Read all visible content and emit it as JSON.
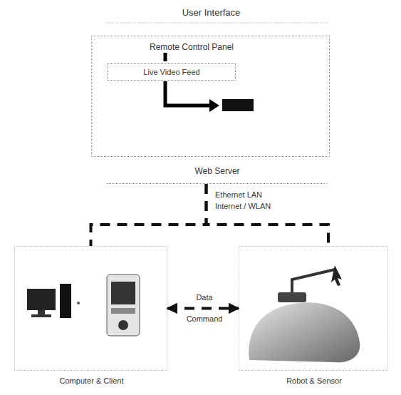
{
  "diagram": {
    "nodes": [
      {
        "text": [
          "User Interface",
          "Remote Control Panel"
        ]
      },
      {
        "text": [
          "Live Video Feed"
        ],
        "in": 0
      },
      {
        "text": [
          "Web Server"
        ]
      },
      {
        "text": [
          "Computer & Client"
        ]
      },
      {
        "text": [
          "Robot & Sensor"
        ]
      }
    ],
    "edges": [
      {
        "from": 2,
        "to": 3,
        "arrow": "none"
      },
      {
        "from": 2,
        "to": 4,
        "arrow": "none"
      },
      {
        "from": 3,
        "to": 4,
        "label": "Data",
        "arrow": "both"
      }
    ],
    "labels": [
      "Command",
      "Ethernet LAN",
      "Internet / WLAN"
    ]
  }
}
